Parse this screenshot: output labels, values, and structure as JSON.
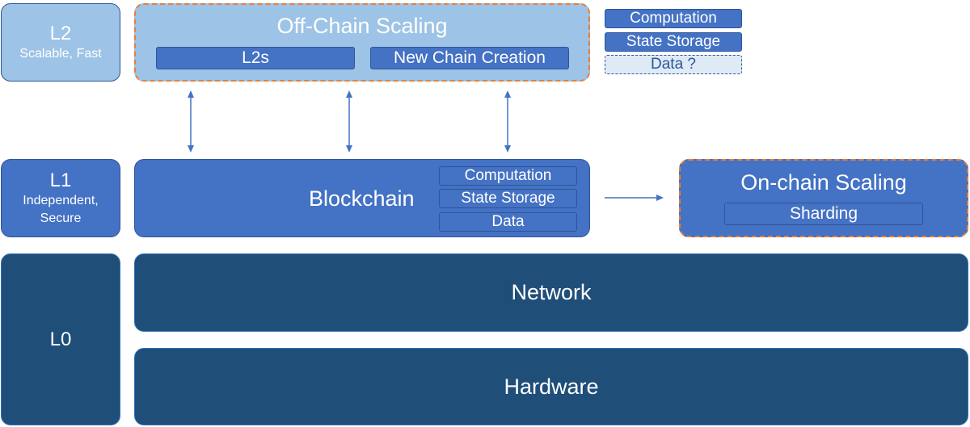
{
  "layers": {
    "l2": {
      "title": "L2",
      "subtitle": "Scalable, Fast"
    },
    "l1": {
      "title": "L1",
      "subtitle_line1": "Independent,",
      "subtitle_line2": "Secure"
    },
    "l0": {
      "title": "L0"
    }
  },
  "off_chain": {
    "title": "Off-Chain Scaling",
    "items": [
      "L2s",
      "New Chain Creation"
    ]
  },
  "legend": {
    "items": [
      "Computation",
      "State Storage"
    ],
    "dashed_item": "Data ?"
  },
  "blockchain": {
    "title": "Blockchain",
    "items": [
      "Computation",
      "State Storage",
      "Data"
    ]
  },
  "on_chain": {
    "title": "On-chain Scaling",
    "items": [
      "Sharding"
    ]
  },
  "infrastructure": {
    "network": "Network",
    "hardware": "Hardware"
  },
  "colors": {
    "light_blue": "#9dc3e6",
    "mid_blue": "#4472c4",
    "dark_blue": "#1f4e79",
    "dashed_border": "#ed7d31",
    "arrow": "#4472c4"
  }
}
